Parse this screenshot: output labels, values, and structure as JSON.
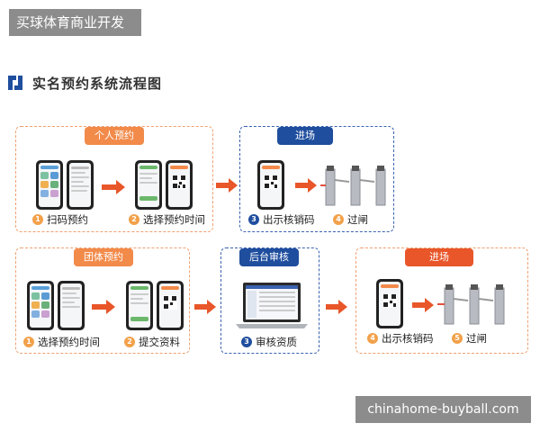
{
  "banner_top": "买球体育商业开发",
  "banner_bottom": "chinahome-buyball.com",
  "title": "实名预约系统流程图",
  "colors": {
    "orange": "#f28a4a",
    "navy": "#1f4e9e",
    "red": "#e8562a",
    "arrow": "#e8562a"
  },
  "groups": {
    "personal": {
      "tag": "个人预约",
      "step1": "扫码预约",
      "step2": "选择预约时间"
    },
    "entry1": {
      "tag": "进场",
      "step3": "出示核销码",
      "step4": "过闸"
    },
    "team": {
      "tag": "团体预约",
      "step1": "选择预约时间",
      "step2": "提交资料"
    },
    "review": {
      "tag": "后台审核",
      "step3": "审核资质"
    },
    "entry2": {
      "tag": "进场",
      "step4": "出示核销码",
      "step5": "过闸"
    }
  },
  "step_numbers": [
    "1",
    "2",
    "3",
    "4",
    "5"
  ],
  "icons": [
    "logo-icon",
    "phone-icon",
    "arrow-right-icon",
    "turnstile-icon",
    "laptop-icon",
    "qr-code-icon"
  ]
}
